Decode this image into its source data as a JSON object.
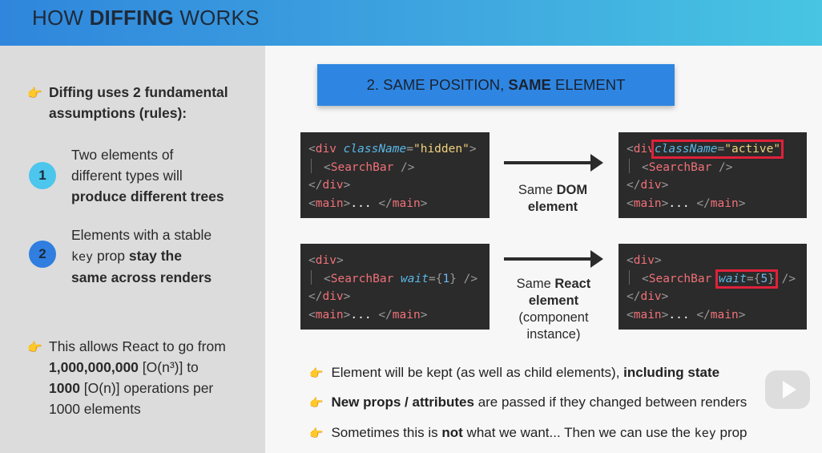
{
  "header": {
    "title_a": "HOW ",
    "title_b": "DIFFING",
    "title_c": " WORKS"
  },
  "left": {
    "intro_a": "Diffing uses 2 fundamental",
    "intro_b": "assumptions (rules):",
    "rule1": {
      "num": "1",
      "l1": "Two elements of",
      "l2": "different types will",
      "l3": "produce different trees"
    },
    "rule2": {
      "num": "2",
      "l1": "Elements with a stable",
      "l2a": "key",
      "l2b": " prop ",
      "l2c": "stay the",
      "l3": "same across renders"
    },
    "perf_l1": "This allows React to go from",
    "perf_l2a": "1,000,000,000",
    "perf_l2b": " [O(n³)] to",
    "perf_l3a": "1000",
    "perf_l3b": " [O(n)] operations per",
    "perf_l4": "1000 elements"
  },
  "banner": {
    "a": "2. SAME POSITION, ",
    "b": "SAME",
    "c": " ELEMENT"
  },
  "code1": {
    "l1": {
      "tag": "div",
      "attr": "className",
      "val": "\"hidden\""
    },
    "l2": {
      "tag": "SearchBar"
    },
    "l3": {
      "tag": "div"
    },
    "l4": {
      "tag": "main",
      "dots": "..."
    }
  },
  "code2": {
    "l1": {
      "tag": "div",
      "attr": "className",
      "val": "\"active\""
    },
    "l2": {
      "tag": "SearchBar"
    },
    "l3": {
      "tag": "div"
    },
    "l4": {
      "tag": "main",
      "dots": "..."
    }
  },
  "code3": {
    "l1": {
      "tag": "div"
    },
    "l2": {
      "tag": "SearchBar",
      "attr": "wait",
      "val": "1"
    },
    "l3": {
      "tag": "div"
    },
    "l4": {
      "tag": "main",
      "dots": "..."
    }
  },
  "code4": {
    "l1": {
      "tag": "div"
    },
    "l2": {
      "tag": "SearchBar",
      "attr": "wait",
      "val": "5"
    },
    "l3": {
      "tag": "div"
    },
    "l4": {
      "tag": "main",
      "dots": "..."
    }
  },
  "mid1": {
    "a": "Same ",
    "b": "DOM",
    "c": "element"
  },
  "mid2": {
    "a": "Same ",
    "b": "React",
    "c": "element",
    "d": "(component",
    "e": "instance)"
  },
  "bullets": {
    "b1a": "Element will be kept (as well as child elements), ",
    "b1b": "including state",
    "b2a": "New props / attributes",
    "b2b": " are passed if they changed between renders",
    "b3a": "Sometimes this is ",
    "b3b": "not",
    "b3c": " what we want... Then we can use the ",
    "b3d": "key",
    "b3e": " prop"
  },
  "icons": {
    "bullet": "pointing-hand-icon",
    "player": "play-icon"
  },
  "colors": {
    "accent": "#2f86e2",
    "highlight": "#e0213a",
    "bullet": "#f0a020"
  }
}
